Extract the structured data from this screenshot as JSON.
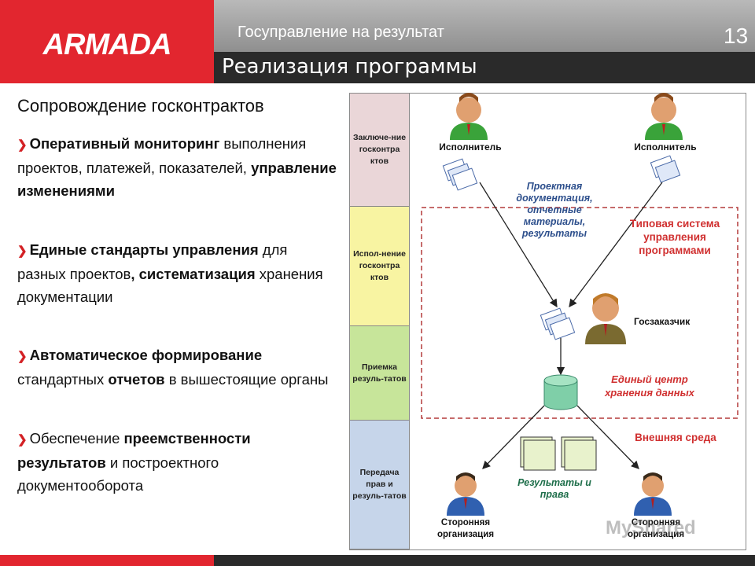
{
  "header": {
    "logo": "ARMADA",
    "top_title": "Госуправление на результат",
    "slide_number": "13",
    "sub_title": "Реализация программы"
  },
  "left": {
    "section_title": "Сопровождение госконтрактов",
    "b1": {
      "bold1": "Оперативный мониторинг",
      "text1": " выполнения проектов, платежей, показателей, ",
      "bold2": "управление изменениями"
    },
    "b2": {
      "bold1": "Единые стандарты управления",
      "text1": " для разных проектов",
      "bold2": ", систематизация",
      "text2": " хранения документации"
    },
    "b3": {
      "bold1": "Автоматическое формирование",
      "text1": " стандартных ",
      "bold2": "отчетов",
      "text2": " в вышестоящие органы"
    },
    "b4": {
      "text1": "Обеспечение ",
      "bold1": "преемственности результатов",
      "text2": " и построектного документооборота"
    }
  },
  "diagram": {
    "phases": [
      "Заключе-ние госконтра ктов",
      "Испол-нение госконтра ктов",
      "Приемка резуль-татов",
      "Передача прав и резуль-татов"
    ],
    "phase_colors": [
      "#ead6d8",
      "#f8f4a2",
      "#c7e59a",
      "#c6d5ea"
    ],
    "executor_left": "Исполнитель",
    "executor_right": "Исполнитель",
    "project_docs": "Проектная документация, отчетные материалы, результаты",
    "typical_system": "Типовая система управления программами",
    "customer": "Госзаказчик",
    "storage": "Единый центр хранения данных",
    "external_env": "Внешняя среда",
    "results_rights": "Результаты и права",
    "third_left": "Сторонняя организация",
    "third_right": "Сторонняя организация",
    "watermark": "MyShared"
  },
  "colors": {
    "brand_red": "#e2262f",
    "accent_blue": "#2d4f8c",
    "label_red": "#d03030"
  }
}
